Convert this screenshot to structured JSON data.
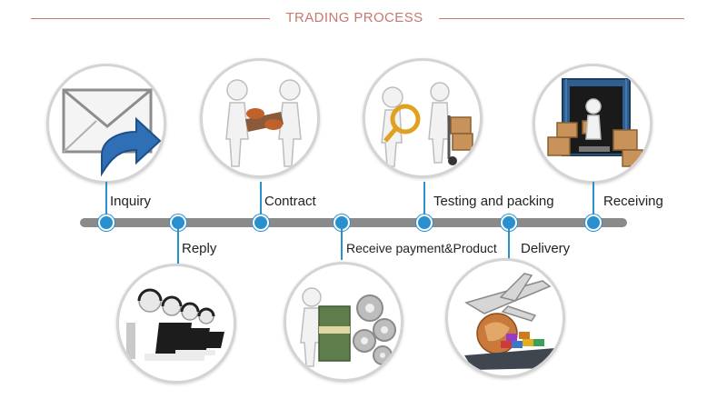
{
  "header": {
    "title": "TRADING PROCESS"
  },
  "steps": [
    {
      "label": "Inquiry",
      "icon": "envelope-reply-icon"
    },
    {
      "label": "Reply",
      "icon": "call-center-agents-icon"
    },
    {
      "label": "Contract",
      "icon": "handshake-contract-icon"
    },
    {
      "label": "Receive payment&Product",
      "icon": "money-gears-icon"
    },
    {
      "label": "Testing and packing",
      "icon": "magnifier-boxes-icon"
    },
    {
      "label": "Delivery",
      "icon": "airplane-ship-globe-icon"
    },
    {
      "label": "Receiving",
      "icon": "container-boxes-icon"
    }
  ],
  "colors": {
    "accent": "#2a8fcf",
    "header": "#c47a6e",
    "bar": "#8a8a8a"
  }
}
